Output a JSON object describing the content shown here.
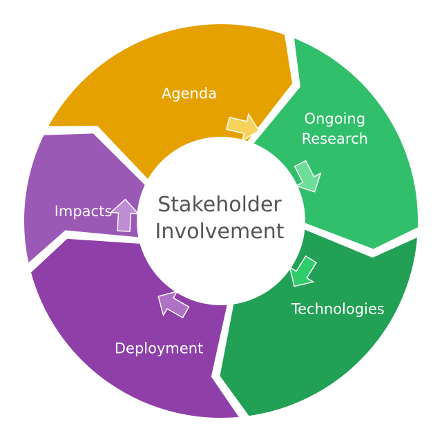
{
  "diagram": {
    "center": {
      "lines": [
        "Stakeholder",
        "Involvement"
      ]
    },
    "stages": [
      {
        "id": "agenda",
        "lines": [
          "Agenda"
        ],
        "color": "#E5A100",
        "arrow_color": "#F6D35C"
      },
      {
        "id": "ongoing-research",
        "lines": [
          "Ongoing",
          "Research"
        ],
        "color": "#31BF6B",
        "arrow_color": "#6FDD9A"
      },
      {
        "id": "technologies",
        "lines": [
          "Technologies"
        ],
        "color": "#22A055",
        "arrow_color": "#2ECC6B"
      },
      {
        "id": "deployment",
        "lines": [
          "Deployment"
        ],
        "color": "#8E3FA8",
        "arrow_color": "#AE72C4"
      },
      {
        "id": "impacts",
        "lines": [
          "Impacts"
        ],
        "color": "#9B59B6",
        "arrow_color": "#BE8ED4"
      }
    ]
  }
}
